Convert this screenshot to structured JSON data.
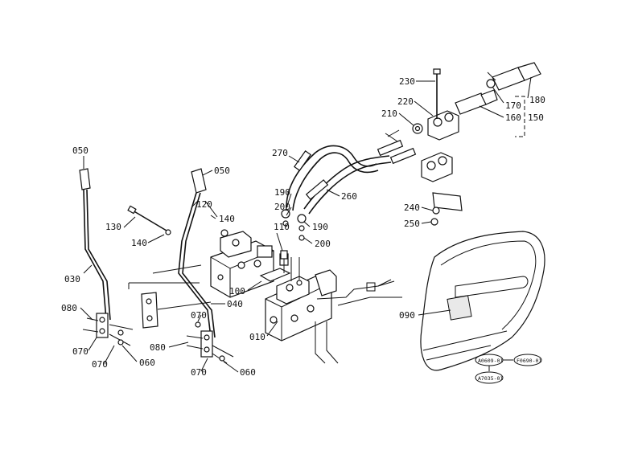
{
  "diagram": {
    "callouts": {
      "c010": "010",
      "c030": "030",
      "c040": "040",
      "c050a": "050",
      "c050b": "050",
      "c060a": "060",
      "c060b": "060",
      "c070a": "070",
      "c070b": "070",
      "c070c": "070",
      "c070d": "070",
      "c080a": "080",
      "c080b": "080",
      "c090": "090",
      "c100": "100",
      "c110": "110",
      "c120": "120",
      "c130": "130",
      "c140a": "140",
      "c140b": "140",
      "c150": "150",
      "c160": "160",
      "c170": "170",
      "c180": "180",
      "c190a": "190",
      "c190b": "190",
      "c200a": "200",
      "c200b": "200",
      "c210": "210",
      "c220": "220",
      "c230": "230",
      "c240": "240",
      "c250": "250",
      "c260": "260",
      "c270": "270"
    },
    "reference_codes": {
      "ref1": "A0609-01",
      "ref2": "F0690-01",
      "ref3": "A7035-01"
    }
  }
}
